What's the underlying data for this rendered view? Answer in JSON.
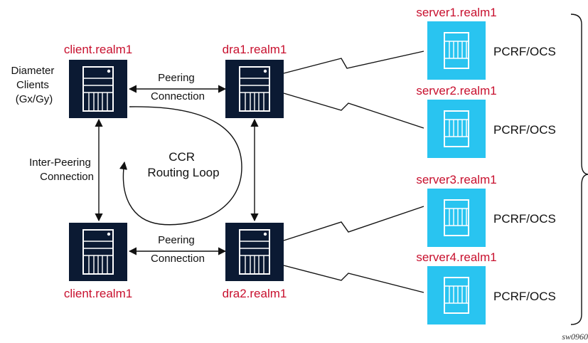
{
  "nodes": {
    "client_top": "client.realm1",
    "client_bottom": "client.realm1",
    "dra1": "dra1.realm1",
    "dra2": "dra2.realm1",
    "server1": "server1.realm1",
    "server2": "server2.realm1",
    "server3": "server3.realm1",
    "server4": "server4.realm1"
  },
  "server_role": "PCRF/OCS",
  "diameter_clients": [
    "Diameter",
    "Clients",
    "(Gx/Gy)"
  ],
  "peering_top": [
    "Peering",
    "Connection"
  ],
  "peering_bottom": [
    "Peering",
    "Connection"
  ],
  "inter_peering": [
    "Inter-Peering",
    "Connection"
  ],
  "routing_loop": [
    "CCR",
    "Routing Loop"
  ],
  "figure_ref": "sw0960",
  "colors": {
    "node_red": "#c8102e",
    "router_fill": "#0b1a33",
    "server_fill": "#29c4f0"
  },
  "icons": {
    "router": "router-chassis-icon",
    "server": "server-chassis-icon"
  }
}
